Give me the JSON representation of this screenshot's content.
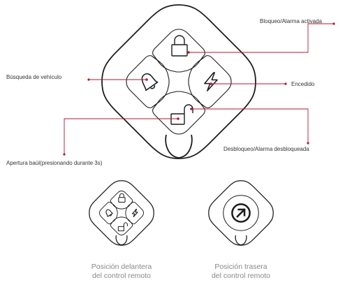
{
  "labels": {
    "lock": "Bloqueo/Alarma activada",
    "search": "Búsqueda de vehículo",
    "start": "Encedido",
    "unlock": "Desbloqueo/Alarma desbloqueada",
    "trunk": "Apertura baúl(presionando durante 3s)"
  },
  "captions": {
    "front_line1": "Posición delantera",
    "front_line2": "del control remoto",
    "back_line1": "Posición trasera",
    "back_line2": "del control remoto"
  },
  "colors": {
    "leader": "#b5172f",
    "outline": "#1c1c1c",
    "text": "#333333",
    "caption": "#888888"
  },
  "icons": {
    "top": "padlock-locked-icon",
    "left": "bell-icon",
    "right": "lightning-icon",
    "bottom": "padlock-open-icon",
    "back_center": "arrow-up-right-icon"
  }
}
